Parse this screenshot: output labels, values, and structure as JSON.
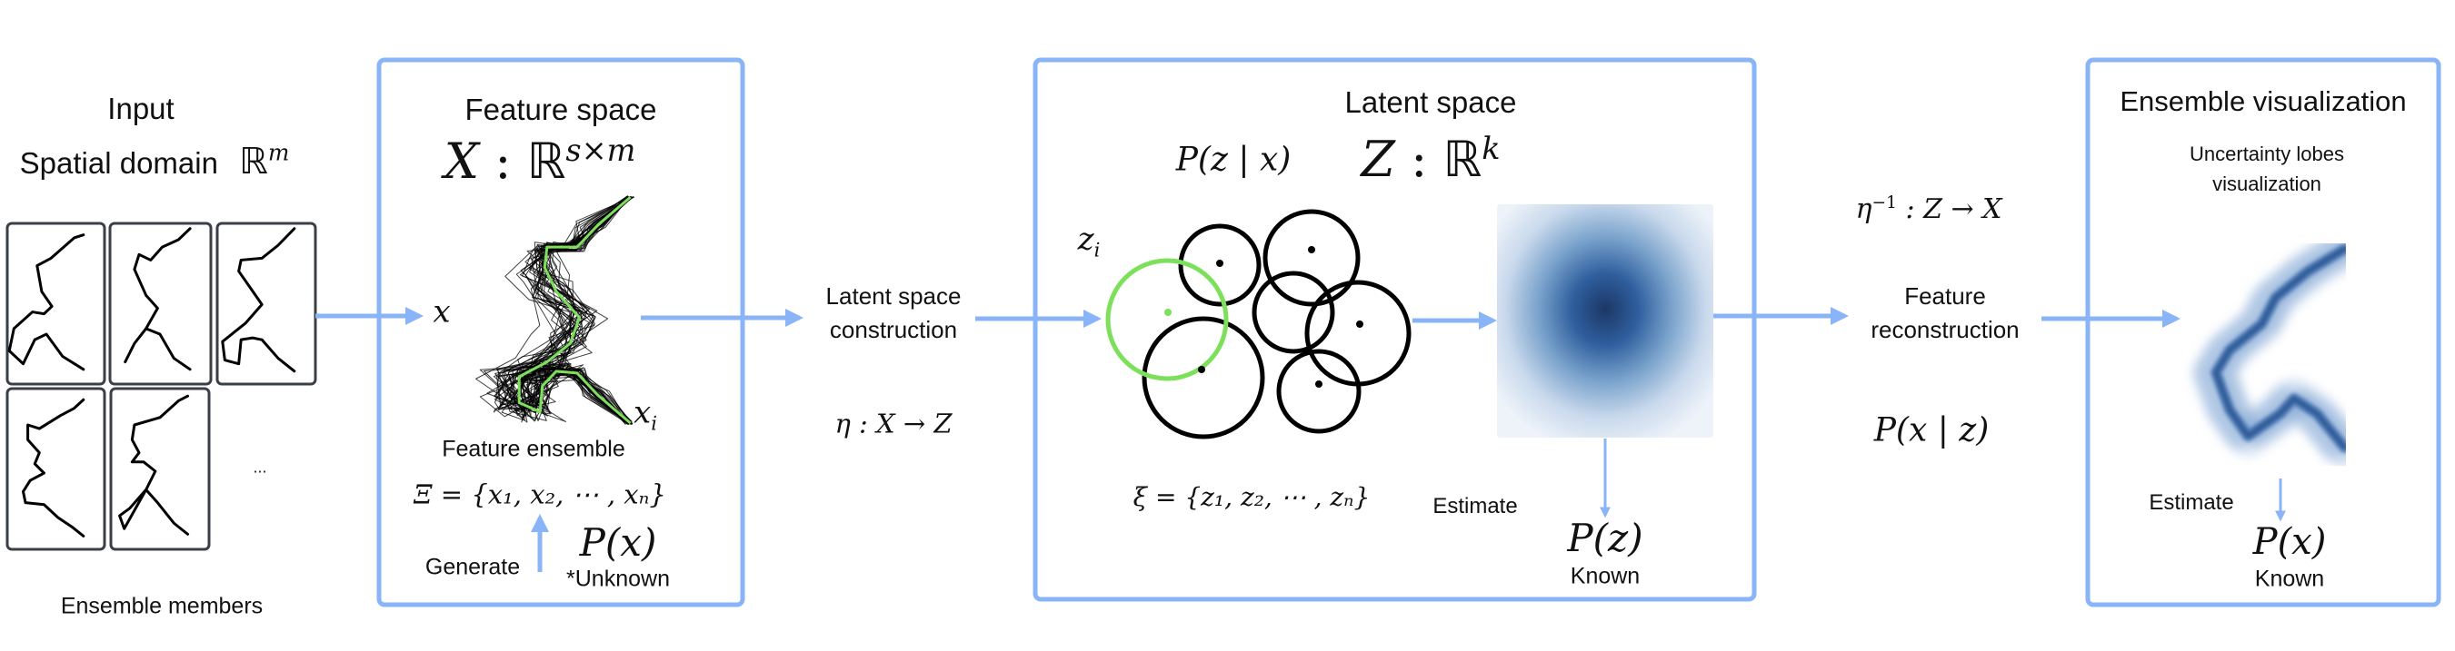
{
  "colors": {
    "arrow": "#8ab4f8",
    "box": "#8ab4f8",
    "highlight": "#7de05a",
    "density_dark": "#1c3766",
    "density_light": "#e6edf7"
  },
  "input": {
    "title": "Input",
    "domain_label": "Spatial domain",
    "domain_set": "ℝ",
    "domain_sup": "m",
    "ellipsis": "...",
    "caption": "Ensemble members"
  },
  "feature_space": {
    "title": "Feature space",
    "space_var": "X",
    "space_sep": ":",
    "space_set": "ℝ",
    "space_sup": "s×m",
    "x_label": "x",
    "xi_label": "x",
    "xi_sub": "i",
    "ensemble_label": "Feature ensemble",
    "ensemble_formula": "Ξ = {x₁, x₂, ⋯ , xₙ}",
    "generate_label": "Generate",
    "prob": "P(x)",
    "prob_note": "*Unknown"
  },
  "latent_construction": {
    "label_line1": "Latent space",
    "label_line2": "construction",
    "mapping": "η : X → Z"
  },
  "latent_space": {
    "title": "Latent space",
    "posterior": "P(z | x)",
    "space_var": "Z",
    "space_sep": ":",
    "space_set": "ℝ",
    "space_sup": "k",
    "zi_label": "z",
    "zi_sub": "i",
    "latent_formula": "ξ = {z₁, z₂, ⋯ , zₙ}",
    "estimate_label": "Estimate",
    "prob": "P(z)",
    "prob_note": "Known"
  },
  "reconstruction": {
    "mapping_base": "η",
    "mapping_sup": "−1",
    "mapping_rest": " : Z → X",
    "label_line1": "Feature",
    "label_line2": "reconstruction",
    "likelihood": "P(x | z)"
  },
  "ensemble_vis": {
    "title": "Ensemble visualization",
    "subtitle_line1": "Uncertainty lobes",
    "subtitle_line2": "visualization",
    "estimate_label": "Estimate",
    "prob": "P(x)",
    "prob_note": "Known"
  }
}
